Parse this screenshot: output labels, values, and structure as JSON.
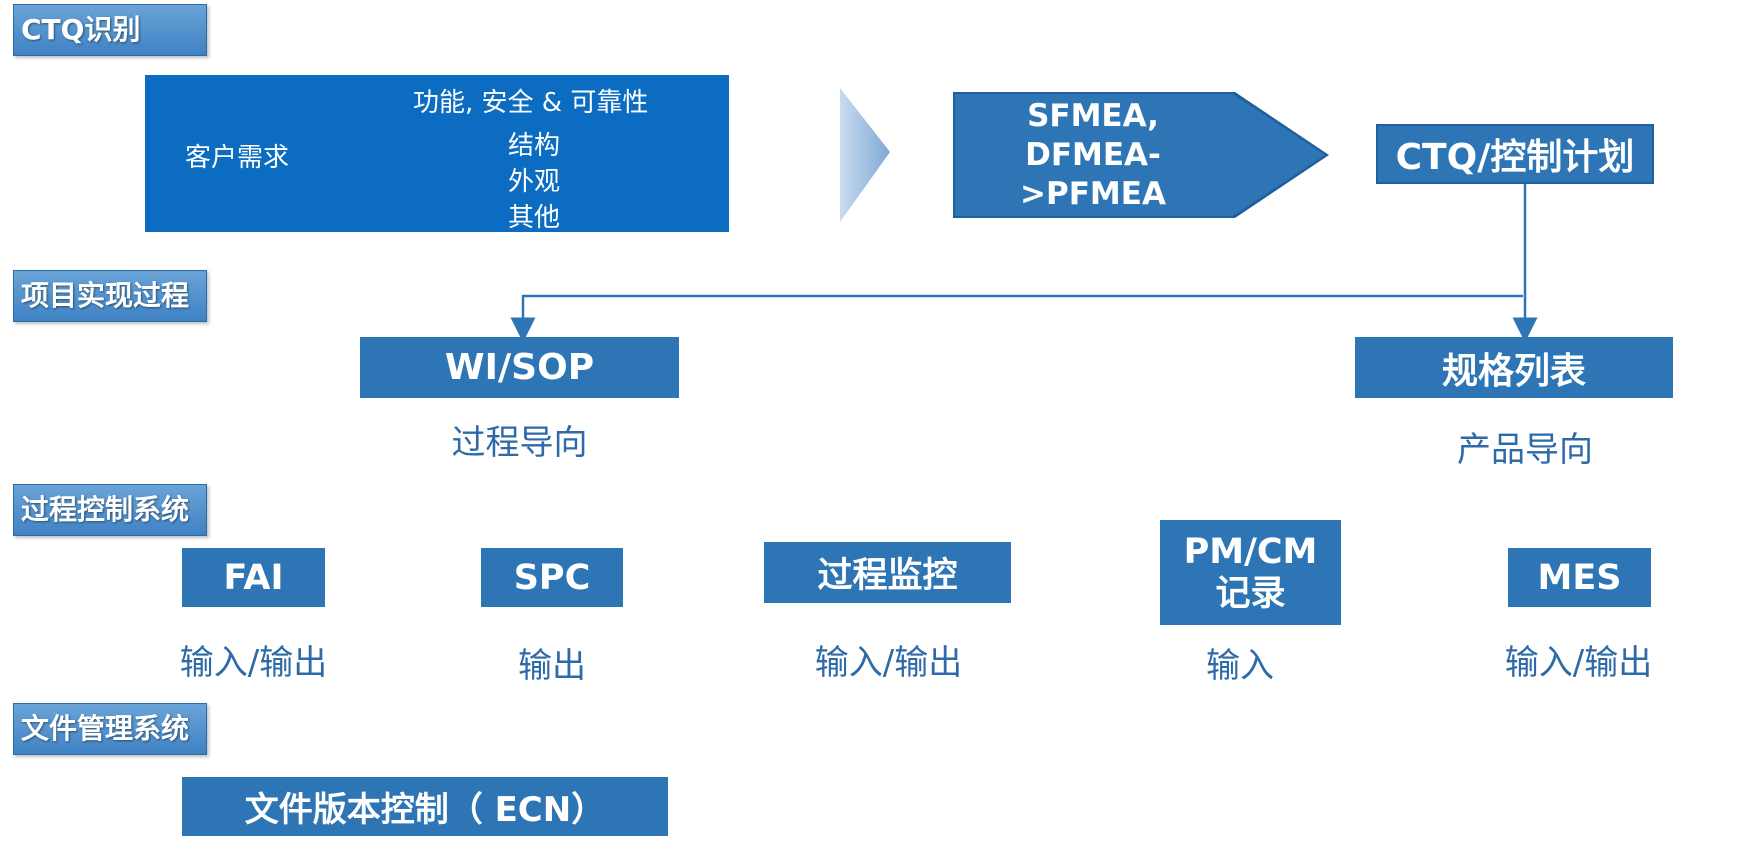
{
  "sections": {
    "ctq": "CTQ识别",
    "project": "项目实现过程",
    "process_control": "过程控制系统",
    "document": "文件管理系统"
  },
  "requirements_panel": {
    "title": "功能, 安全 & 可靠性",
    "left_label": "客户需求",
    "items": [
      "结构",
      "外观",
      "其他"
    ]
  },
  "fmea": {
    "line1": "SFMEA,",
    "line2": "DFMEA->PFMEA"
  },
  "ctq_plan": "CTQ/控制计划",
  "wi_sop": {
    "label": "WI/SOP",
    "caption": "过程导向"
  },
  "spec_list": {
    "label": "规格列表",
    "caption": "产品导向"
  },
  "control_items": [
    {
      "label": "FAI",
      "caption": "输入/输出"
    },
    {
      "label": "SPC",
      "caption": "输出"
    },
    {
      "label": "过程监控",
      "caption": "输入/输出"
    },
    {
      "label_line1": "PM/CM",
      "label_line2": "记录",
      "caption": "输入"
    },
    {
      "label": "MES",
      "caption": "输入/输出"
    }
  ],
  "ecn": "文件版本控制（ ECN）",
  "colors": {
    "primary": "#2e75b6",
    "tag_gradient_top": "#6aa4d8",
    "text_blue": "#2e6aa8"
  }
}
